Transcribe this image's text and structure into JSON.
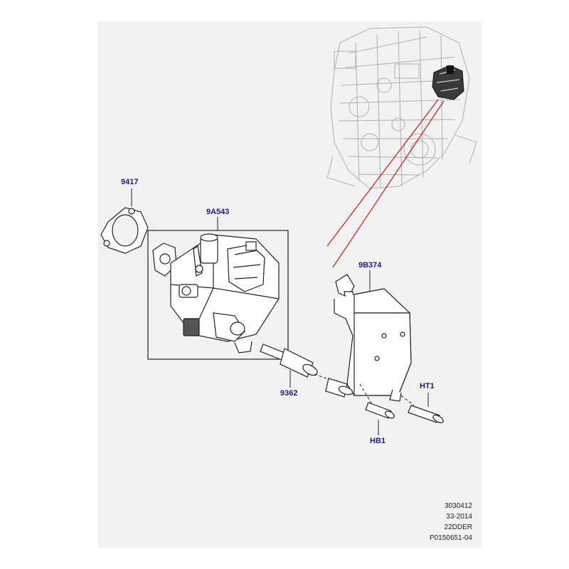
{
  "callouts": {
    "gasket": "9417",
    "fuel_pump": "9A543",
    "bracket": "9B374",
    "stud": "9362",
    "bolt_ht": "HT1",
    "bolt_hb": "HB1"
  },
  "reference": {
    "line1": "3030412",
    "line2": "33-2014",
    "line3": "22DDER",
    "line4": "P0150651-04"
  },
  "colors": {
    "background": "#f2f2f2",
    "label": "#1a1a8c",
    "leader_red": "#d02020"
  }
}
